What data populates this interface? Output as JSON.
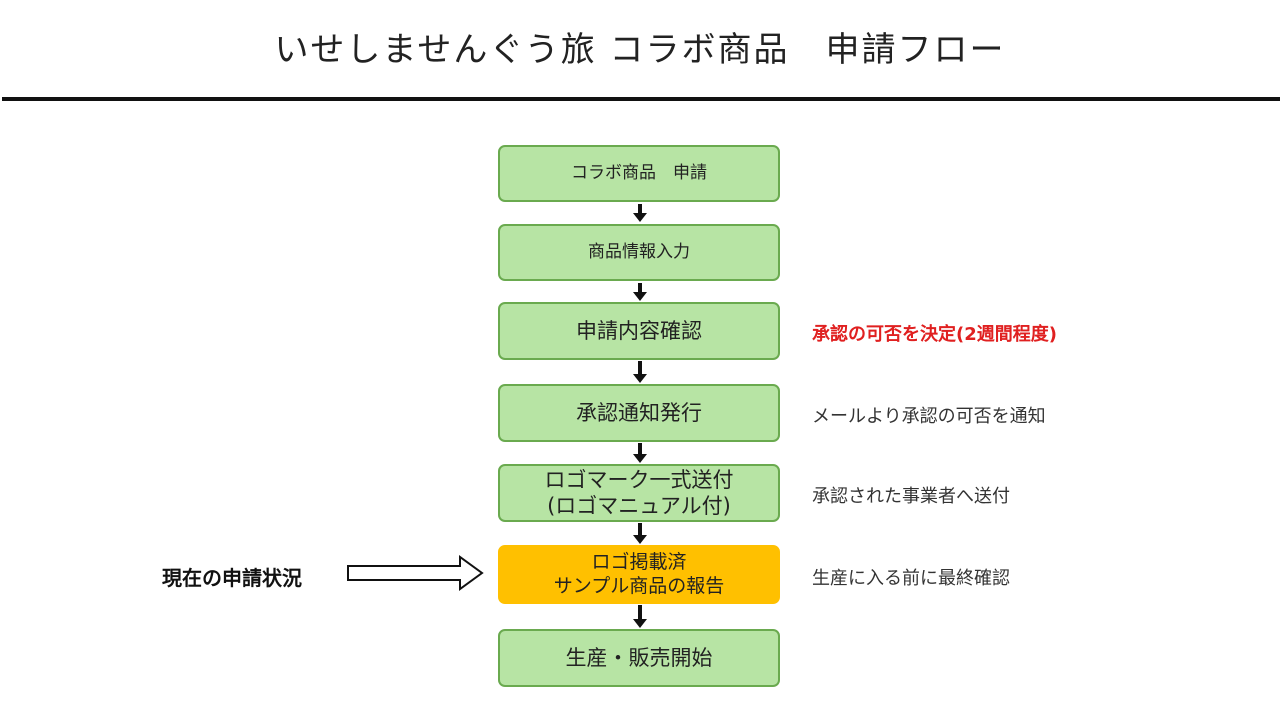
{
  "title": "いせしませんぐう旅 コラボ商品　申請フロー",
  "steps": [
    {
      "lines": [
        "コラボ商品　申請"
      ]
    },
    {
      "lines": [
        "商品情報入力"
      ]
    },
    {
      "lines": [
        "申請内容確認"
      ]
    },
    {
      "lines": [
        "承認通知発行"
      ]
    },
    {
      "lines": [
        "ロゴマーク一式送付",
        "(ロゴマニュアル付)"
      ]
    },
    {
      "lines": [
        "ロゴ掲載済",
        "サンプル商品の報告"
      ],
      "current": true
    },
    {
      "lines": [
        "生産・販売開始"
      ]
    }
  ],
  "notes": {
    "step3": "承認の可否を決定(2週間程度)",
    "step4": "メールより承認の可否を通知",
    "step5": "承認された事業者へ送付",
    "step6": "生産に入る前に最終確認"
  },
  "status": {
    "label": "現在の申請状況"
  },
  "colors": {
    "step_fill": "#b7e4a4",
    "step_border": "#6aaa4f",
    "current_fill": "#ffc000",
    "emphasis_text": "#e02020"
  }
}
